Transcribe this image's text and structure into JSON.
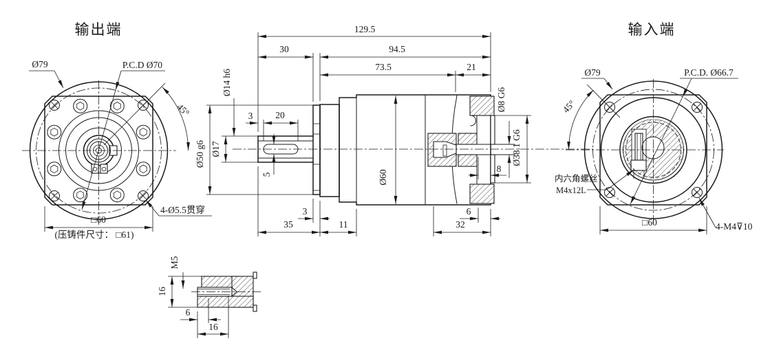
{
  "page": {
    "background": "#ffffff",
    "line_color": "#1b1b1b"
  },
  "views": {
    "output_end": {
      "title": "输出端",
      "flange_diameter": "Ø79",
      "bolt_circle": "P.C.D Ø70",
      "corner_angle": "45°",
      "through_holes": "4-Ø5.5贯穿",
      "square_size": "□60",
      "casting_note": "(压铸件尺寸： □61)"
    },
    "section": {
      "total_length": "129.5",
      "shaft_length": "30",
      "body_length": "94.5",
      "gearbox_length": "73.5",
      "input_flange_length": "21",
      "key_offset": "3",
      "key_length": "20",
      "key_width": "5",
      "shaft_diameter": "Ø17",
      "shaft_tip_diameter": "Ø14 h6",
      "pilot_diameter": "Ø50 g6",
      "body_diameter": "Ø60",
      "input_bore": "Ø8 G6",
      "input_spigot": "Ø38.1 G6",
      "spigot_depth": "8",
      "spigot_step": "6",
      "front_step": "3",
      "front_length": "35",
      "flange_thickness": "11",
      "input_section_length": "32"
    },
    "input_end": {
      "title": "输入端",
      "flange_diameter": "Ø79",
      "bolt_circle": "P.C.D. Ø66.7",
      "corner_angle": "45°",
      "screw_note_line1": "内六角螺丝",
      "screw_note_line2": "M4x12L",
      "square_size": "□60",
      "tapped_holes": "4-M4⊽10"
    },
    "shaft_end_detail": {
      "thread": "M5",
      "shaft_height": "16",
      "thread_pilot_depth": "6",
      "hole_depth": "16"
    }
  }
}
